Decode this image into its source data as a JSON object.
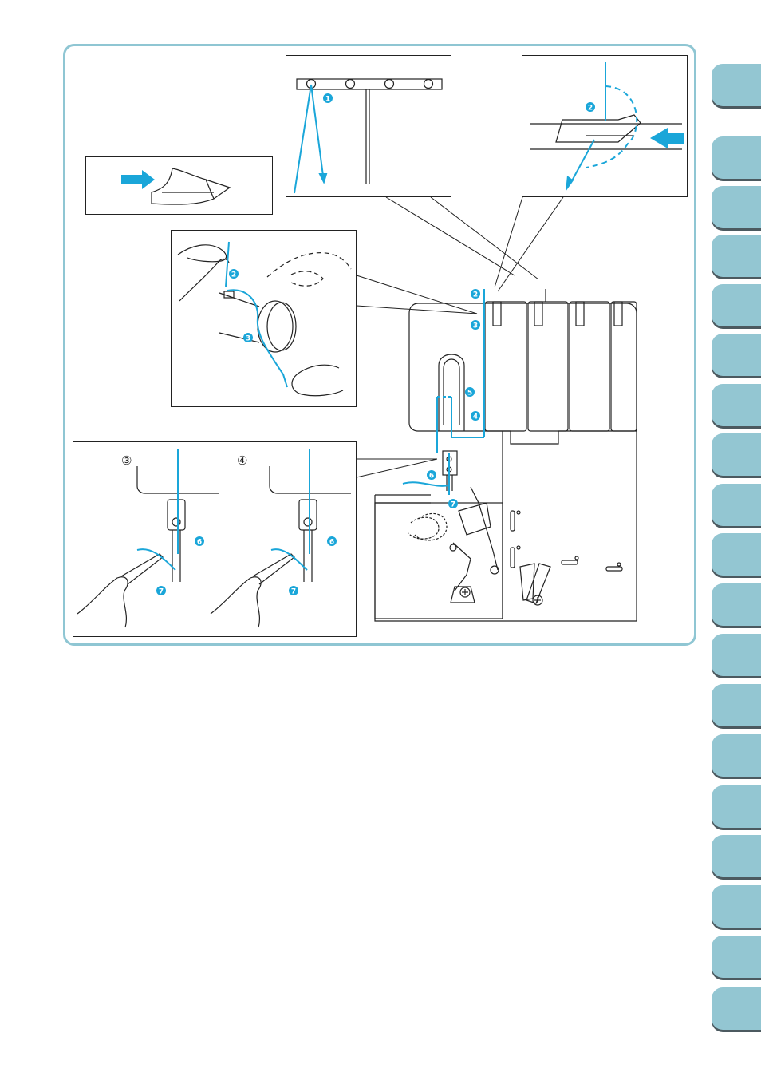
{
  "figure": {
    "step_markers": [
      "❶",
      "❷",
      "❸",
      "❹",
      "❺",
      "❻",
      "❼"
    ],
    "numbers": {
      "n1": "1",
      "n2": "2",
      "n3": "3",
      "n4": "4",
      "n5": "5",
      "n6": "6",
      "n7": "7"
    },
    "variant_labels": {
      "left": "③",
      "right": "④"
    }
  },
  "colors": {
    "thread": "#1aa6d9",
    "frame_border": "#8fc6d3",
    "tab_fill": "#93c6d2",
    "tab_shadow": "#4c5a60",
    "line": "#222222"
  },
  "icons": [
    "push-arrow-icon",
    "thread-arrow-icon",
    "hand-icon",
    "tweezers-icon",
    "screw-icon"
  ],
  "side_tabs_count": 19
}
